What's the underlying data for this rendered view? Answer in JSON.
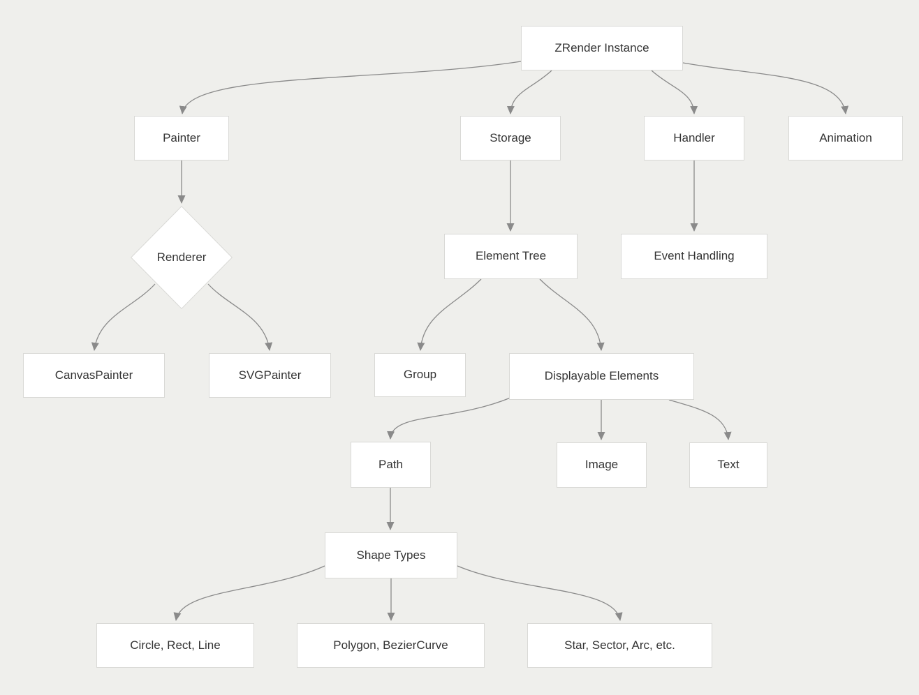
{
  "diagram": {
    "type": "flowchart",
    "nodes": {
      "zrender_instance": {
        "label": "ZRender Instance",
        "shape": "rect"
      },
      "painter": {
        "label": "Painter",
        "shape": "rect"
      },
      "storage": {
        "label": "Storage",
        "shape": "rect"
      },
      "handler": {
        "label": "Handler",
        "shape": "rect"
      },
      "animation": {
        "label": "Animation",
        "shape": "rect"
      },
      "renderer": {
        "label": "Renderer",
        "shape": "diamond"
      },
      "element_tree": {
        "label": "Element Tree",
        "shape": "rect"
      },
      "event_handling": {
        "label": "Event Handling",
        "shape": "rect"
      },
      "canvas_painter": {
        "label": "CanvasPainter",
        "shape": "rect"
      },
      "svg_painter": {
        "label": "SVGPainter",
        "shape": "rect"
      },
      "group": {
        "label": "Group",
        "shape": "rect"
      },
      "displayable_elements": {
        "label": "Displayable Elements",
        "shape": "rect"
      },
      "path": {
        "label": "Path",
        "shape": "rect"
      },
      "image": {
        "label": "Image",
        "shape": "rect"
      },
      "text": {
        "label": "Text",
        "shape": "rect"
      },
      "shape_types": {
        "label": "Shape Types",
        "shape": "rect"
      },
      "circle_rect_line": {
        "label": "Circle, Rect, Line",
        "shape": "rect"
      },
      "polygon_beziercurve": {
        "label": "Polygon, BezierCurve",
        "shape": "rect"
      },
      "star_sector_arc": {
        "label": "Star, Sector, Arc, etc.",
        "shape": "rect"
      }
    },
    "edges": [
      {
        "from": "zrender_instance",
        "to": "painter"
      },
      {
        "from": "zrender_instance",
        "to": "storage"
      },
      {
        "from": "zrender_instance",
        "to": "handler"
      },
      {
        "from": "zrender_instance",
        "to": "animation"
      },
      {
        "from": "painter",
        "to": "renderer"
      },
      {
        "from": "renderer",
        "to": "canvas_painter"
      },
      {
        "from": "renderer",
        "to": "svg_painter"
      },
      {
        "from": "storage",
        "to": "element_tree"
      },
      {
        "from": "handler",
        "to": "event_handling"
      },
      {
        "from": "element_tree",
        "to": "group"
      },
      {
        "from": "element_tree",
        "to": "displayable_elements"
      },
      {
        "from": "displayable_elements",
        "to": "path"
      },
      {
        "from": "displayable_elements",
        "to": "image"
      },
      {
        "from": "displayable_elements",
        "to": "text"
      },
      {
        "from": "path",
        "to": "shape_types"
      },
      {
        "from": "shape_types",
        "to": "circle_rect_line"
      },
      {
        "from": "shape_types",
        "to": "polygon_beziercurve"
      },
      {
        "from": "shape_types",
        "to": "star_sector_arc"
      }
    ],
    "colors": {
      "bg": "#efefec",
      "node_fill": "#ffffff",
      "node_border": "#d9d9d6",
      "text": "#343434",
      "arrow": "#8a8a8a"
    }
  }
}
